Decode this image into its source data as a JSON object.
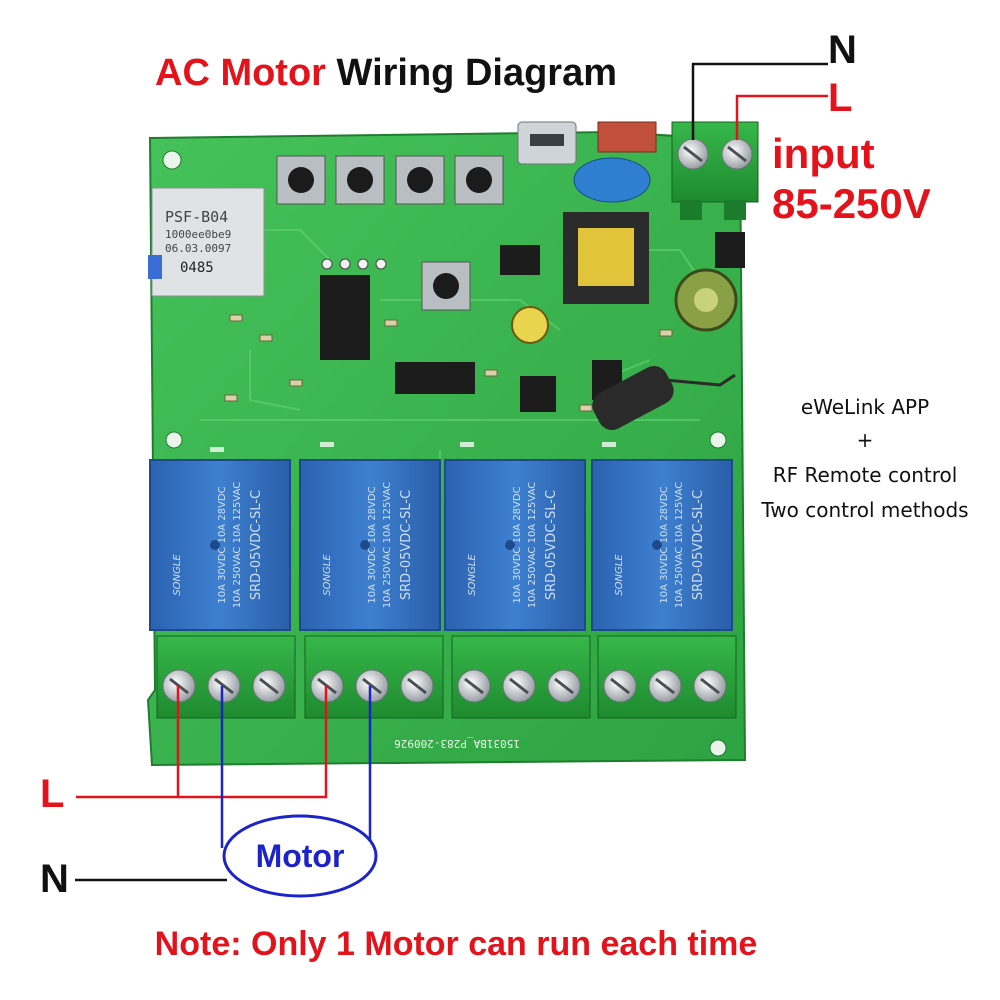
{
  "title": {
    "part1": "AC Motor",
    "part2": "Wiring Diagram"
  },
  "input": {
    "n_label": "N",
    "l_label": "L",
    "line1": "input",
    "line2": "85-250V"
  },
  "side_text": {
    "line1": "eWeLink APP",
    "line2": "+",
    "line3": "RF Remote control",
    "line4": "Two control methods"
  },
  "bottom": {
    "l_label": "L",
    "n_label": "N",
    "motor_label": "Motor"
  },
  "note": "Note: Only 1 Motor can run each time",
  "module_text": {
    "line1": "PSF-B04",
    "line2": "1000ee0be9",
    "line3": "06.03.0097",
    "line4": "0485"
  },
  "relay_text": {
    "brand": "SONGLE",
    "model": "SRD-05VDC-SL-C",
    "rating1": "10A 250VAC 10A 125VAC",
    "rating2": "10A 30VDC 10A 28VDC"
  },
  "board_code": "15031BA_P283-200926",
  "colors": {
    "red": "#e3131b",
    "blue": "#1c24c8",
    "pcb": "#36b24a",
    "relay": "#2f6fbf",
    "terminal": "#27a23a"
  }
}
